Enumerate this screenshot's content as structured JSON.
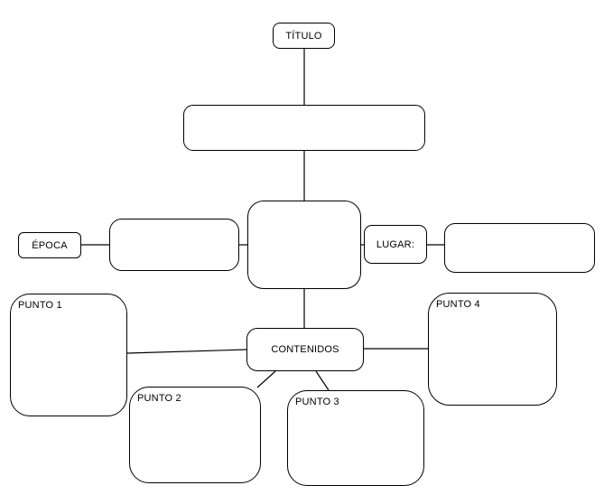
{
  "diagram": {
    "colors": {
      "background": "#ffffff",
      "node_fill": "#ffffff",
      "stroke": "#000000",
      "text": "#000000"
    },
    "nodes": {
      "titulo": {
        "label": "TÍTULO"
      },
      "main_box": {
        "label": ""
      },
      "central_box": {
        "label": ""
      },
      "epoca": {
        "label": "ÉPOCA"
      },
      "epoca_value_box": {
        "label": ""
      },
      "lugar": {
        "label": "LUGAR:"
      },
      "lugar_value_box": {
        "label": ""
      },
      "contenidos": {
        "label": "CONTENIDOS"
      },
      "punto1": {
        "label": "PUNTO 1"
      },
      "punto2": {
        "label": "PUNTO 2"
      },
      "punto3": {
        "label": "PUNTO 3"
      },
      "punto4": {
        "label": "PUNTO 4"
      }
    },
    "connections": [
      {
        "from": "titulo",
        "to": "main_box"
      },
      {
        "from": "main_box",
        "to": "central_box"
      },
      {
        "from": "epoca",
        "to": "epoca_value_box"
      },
      {
        "from": "epoca_value_box",
        "to": "central_box"
      },
      {
        "from": "central_box",
        "to": "lugar"
      },
      {
        "from": "lugar",
        "to": "lugar_value_box"
      },
      {
        "from": "central_box",
        "to": "contenidos"
      },
      {
        "from": "punto1",
        "to": "contenidos"
      },
      {
        "from": "contenidos",
        "to": "punto4"
      },
      {
        "from": "contenidos",
        "to": "punto2"
      },
      {
        "from": "contenidos",
        "to": "punto3"
      }
    ]
  }
}
